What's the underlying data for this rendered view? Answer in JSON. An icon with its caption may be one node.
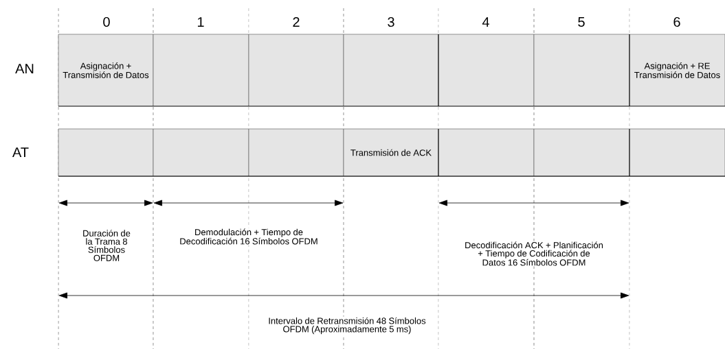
{
  "diagram": {
    "nodes": [
      {
        "text": [
          "Asignación + Transmisión de Datos"
        ]
      },
      {
        "text": [],
        "shape": "box"
      },
      {
        "text": [],
        "shape": "box"
      },
      {
        "text": [],
        "shape": "box"
      },
      {
        "text": [],
        "shape": "box"
      },
      {
        "text": [],
        "shape": "box"
      },
      {
        "text": [
          "Asignación + RE Transmisión de Datos"
        ]
      },
      {
        "text": [],
        "shape": "box"
      },
      {
        "text": [],
        "shape": "box"
      },
      {
        "text": [],
        "shape": "box"
      },
      {
        "text": [
          "Transmisión de ACK"
        ]
      },
      {
        "text": [],
        "shape": "box"
      },
      {
        "text": [],
        "shape": "box"
      },
      {
        "text": [],
        "shape": "box"
      }
    ],
    "labels": [
      "0",
      "1",
      "2",
      "3",
      "4",
      "5",
      "6",
      "AN",
      "AT",
      "Duración de la Trama 8 Símbolos OFDM",
      "Demodulación + Tiempo de Decodificación 16 Símbolos OFDM",
      "Decodificación ACK + Planificación + Tiempo de Codificación de Datos 16 Símbolos OFDM",
      "Intervalo de Retransmisión 48 Símbolos OFDM (Aproximadamente 5 ms)"
    ]
  }
}
